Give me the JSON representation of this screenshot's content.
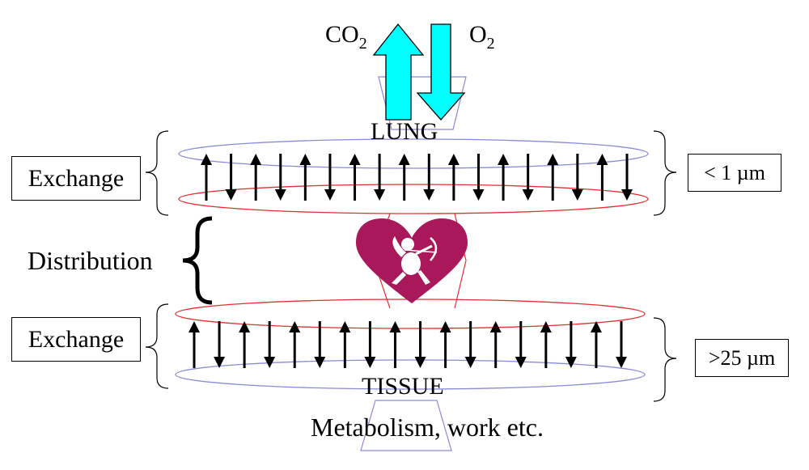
{
  "gases": {
    "left": {
      "main": "CO",
      "sub": "2"
    },
    "right": {
      "main": "O",
      "sub": "2"
    }
  },
  "labels": {
    "lung": "LUNG",
    "tissue": "TISSUE",
    "metabolism": "Metabolism, work etc.",
    "distribution": "Distribution"
  },
  "boxes": {
    "exchange_top": "Exchange",
    "exchange_bottom": "Exchange",
    "size_top": "< 1 µm",
    "size_bottom": ">25 µm"
  },
  "colors": {
    "gas_arrow_fill": "#00ffff",
    "lung_ellipse": "#8a8ad8",
    "blood_ellipse": "#e03030",
    "heart": "#a8185a"
  },
  "icons": [
    "heart-icon",
    "cupid-icon"
  ]
}
